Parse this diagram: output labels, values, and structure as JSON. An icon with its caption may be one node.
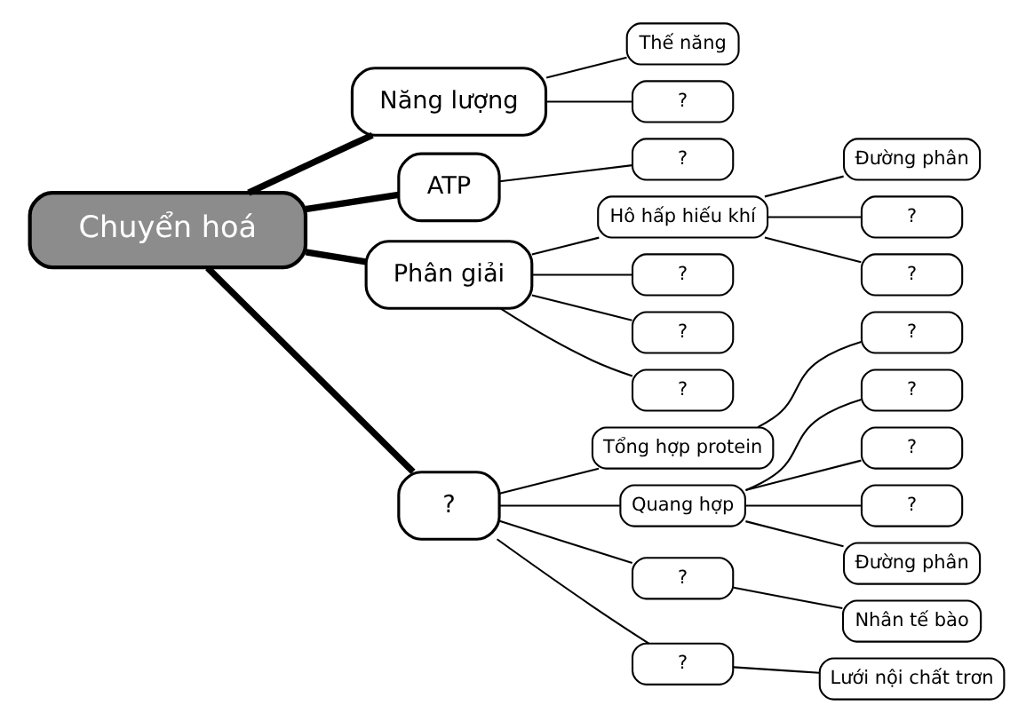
{
  "diagram": {
    "nodes": [
      {
        "text": [
          "Chuyển hoá"
        ]
      },
      {
        "text": [
          "Năng lượng"
        ]
      },
      {
        "text": [
          "Thế năng"
        ]
      },
      {
        "text": [
          "?"
        ]
      },
      {
        "text": [
          "ATP"
        ]
      },
      {
        "text": [
          "?"
        ]
      },
      {
        "text": [
          "Phân giải"
        ]
      },
      {
        "text": [
          "Hô hấp hiếu khí"
        ]
      },
      {
        "text": [
          "Đường phân"
        ]
      },
      {
        "text": [
          "?"
        ]
      },
      {
        "text": [
          "?"
        ]
      },
      {
        "text": [
          "?"
        ]
      },
      {
        "text": [
          "?"
        ]
      },
      {
        "text": [
          "?"
        ]
      },
      {
        "text": [
          "?"
        ]
      },
      {
        "text": [
          "Tổng hợp protein"
        ]
      },
      {
        "text": [
          "?"
        ]
      },
      {
        "text": [
          "Quang hợp"
        ]
      },
      {
        "text": [
          "?"
        ]
      },
      {
        "text": [
          "?"
        ]
      },
      {
        "text": [
          "?"
        ]
      },
      {
        "text": [
          "Đường phân"
        ]
      },
      {
        "text": [
          "Nhân tế bào"
        ]
      },
      {
        "text": [
          "?"
        ]
      },
      {
        "text": [
          "?"
        ]
      },
      {
        "text": [
          "Lưới nội chất trơn"
        ]
      }
    ],
    "edges": [
      {
        "from": 0,
        "to": 1,
        "arrow": "none",
        "style": "thick"
      },
      {
        "from": 1,
        "to": 2,
        "arrow": "none"
      },
      {
        "from": 1,
        "to": 3,
        "arrow": "none"
      },
      {
        "from": 0,
        "to": 4,
        "arrow": "none",
        "style": "thick"
      },
      {
        "from": 4,
        "to": 5,
        "arrow": "none"
      },
      {
        "from": 0,
        "to": 6,
        "arrow": "none",
        "style": "thick"
      },
      {
        "from": 6,
        "to": 7,
        "arrow": "none"
      },
      {
        "from": 7,
        "to": 8,
        "arrow": "none"
      },
      {
        "from": 7,
        "to": 9,
        "arrow": "none"
      },
      {
        "from": 7,
        "to": 10,
        "arrow": "none"
      },
      {
        "from": 6,
        "to": 11,
        "arrow": "none"
      },
      {
        "from": 6,
        "to": 12,
        "arrow": "none"
      },
      {
        "from": 6,
        "to": 13,
        "arrow": "none"
      },
      {
        "from": 0,
        "to": 14,
        "arrow": "none",
        "style": "thick"
      },
      {
        "from": 14,
        "to": 15,
        "arrow": "none"
      },
      {
        "from": 15,
        "to": 16,
        "arrow": "none"
      },
      {
        "from": 14,
        "to": 17,
        "arrow": "none"
      },
      {
        "from": 17,
        "to": 18,
        "arrow": "none"
      },
      {
        "from": 17,
        "to": 19,
        "arrow": "none"
      },
      {
        "from": 17,
        "to": 20,
        "arrow": "none"
      },
      {
        "from": 17,
        "to": 21,
        "arrow": "none"
      },
      {
        "from": 14,
        "to": 23,
        "arrow": "none"
      },
      {
        "from": 23,
        "to": 22,
        "arrow": "none"
      },
      {
        "from": 14,
        "to": 24,
        "arrow": "none"
      },
      {
        "from": 24,
        "to": 25,
        "arrow": "none"
      }
    ]
  }
}
